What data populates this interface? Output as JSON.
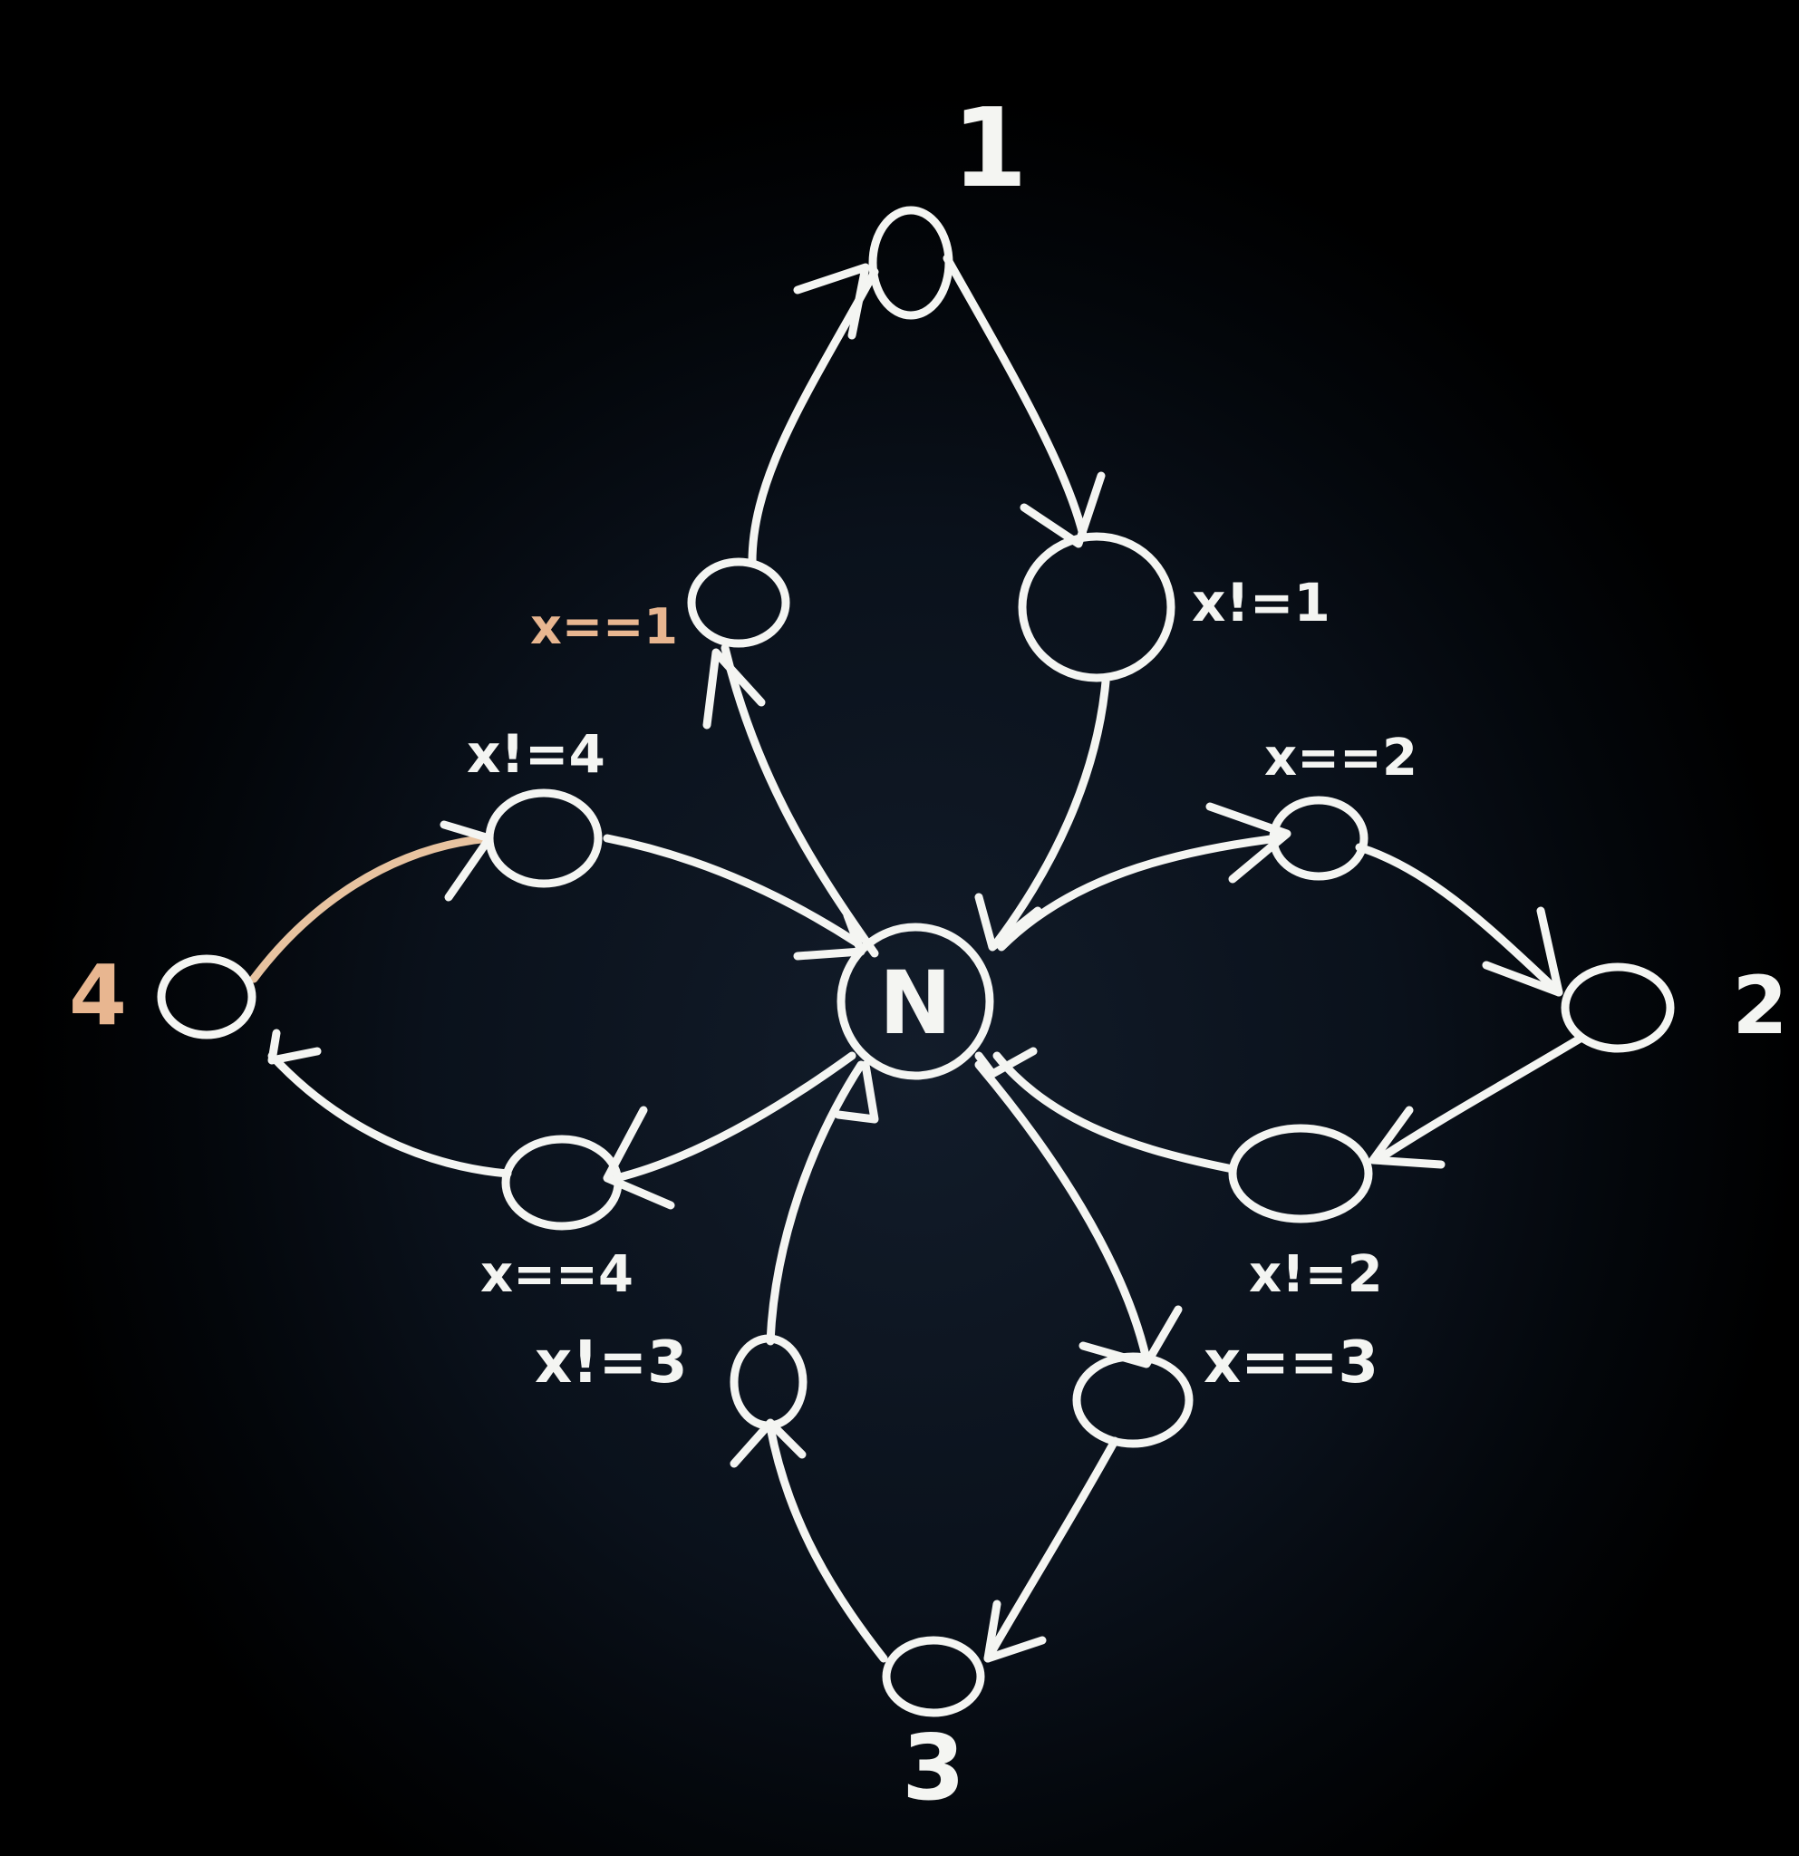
{
  "diagram": {
    "center": {
      "label": "N"
    },
    "numbers": {
      "top": "1",
      "right": "2",
      "bottom": "3",
      "left": "4"
    },
    "conditions": {
      "top_left": "x==1",
      "top_right": "x!=1",
      "right_top": "x==2",
      "right_bottom": "x!=2",
      "bottom_right": "x==3",
      "bottom_left": "x!=3",
      "left_bottom": "x==4",
      "left_top": "x!=4"
    }
  },
  "colors": {
    "board": "#0a111b",
    "chalk": "#f4f5f2",
    "orange_chalk": "#e8b690"
  }
}
